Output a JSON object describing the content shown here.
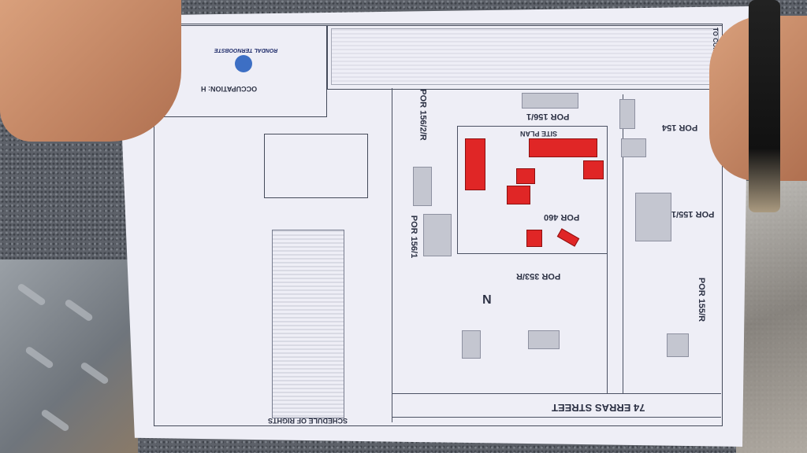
{
  "scene": {
    "description_subject": "site-plan-drawing"
  },
  "title_block": {
    "occupation": "OCCUPATION: H",
    "company_logo_text": "RONDAL TERNOOBSTE",
    "drawing_title": "SITE PLAN",
    "notes_heading": "TO COMPLY NOTES:",
    "schedule_heading": "SCHEDULE OF RIGHTS"
  },
  "plan": {
    "street": "74 ERRAS STREET",
    "north": "N",
    "portions": [
      "POR 156/1",
      "POR 154",
      "POR 155/1",
      "POR 155/R",
      "POR 353/R",
      "POR 460",
      "POR 156/1",
      "POR 156/2/R"
    ]
  },
  "colors": {
    "paper": "#eeeef6",
    "buildings": "#e02626",
    "ink": "#2c3144"
  }
}
